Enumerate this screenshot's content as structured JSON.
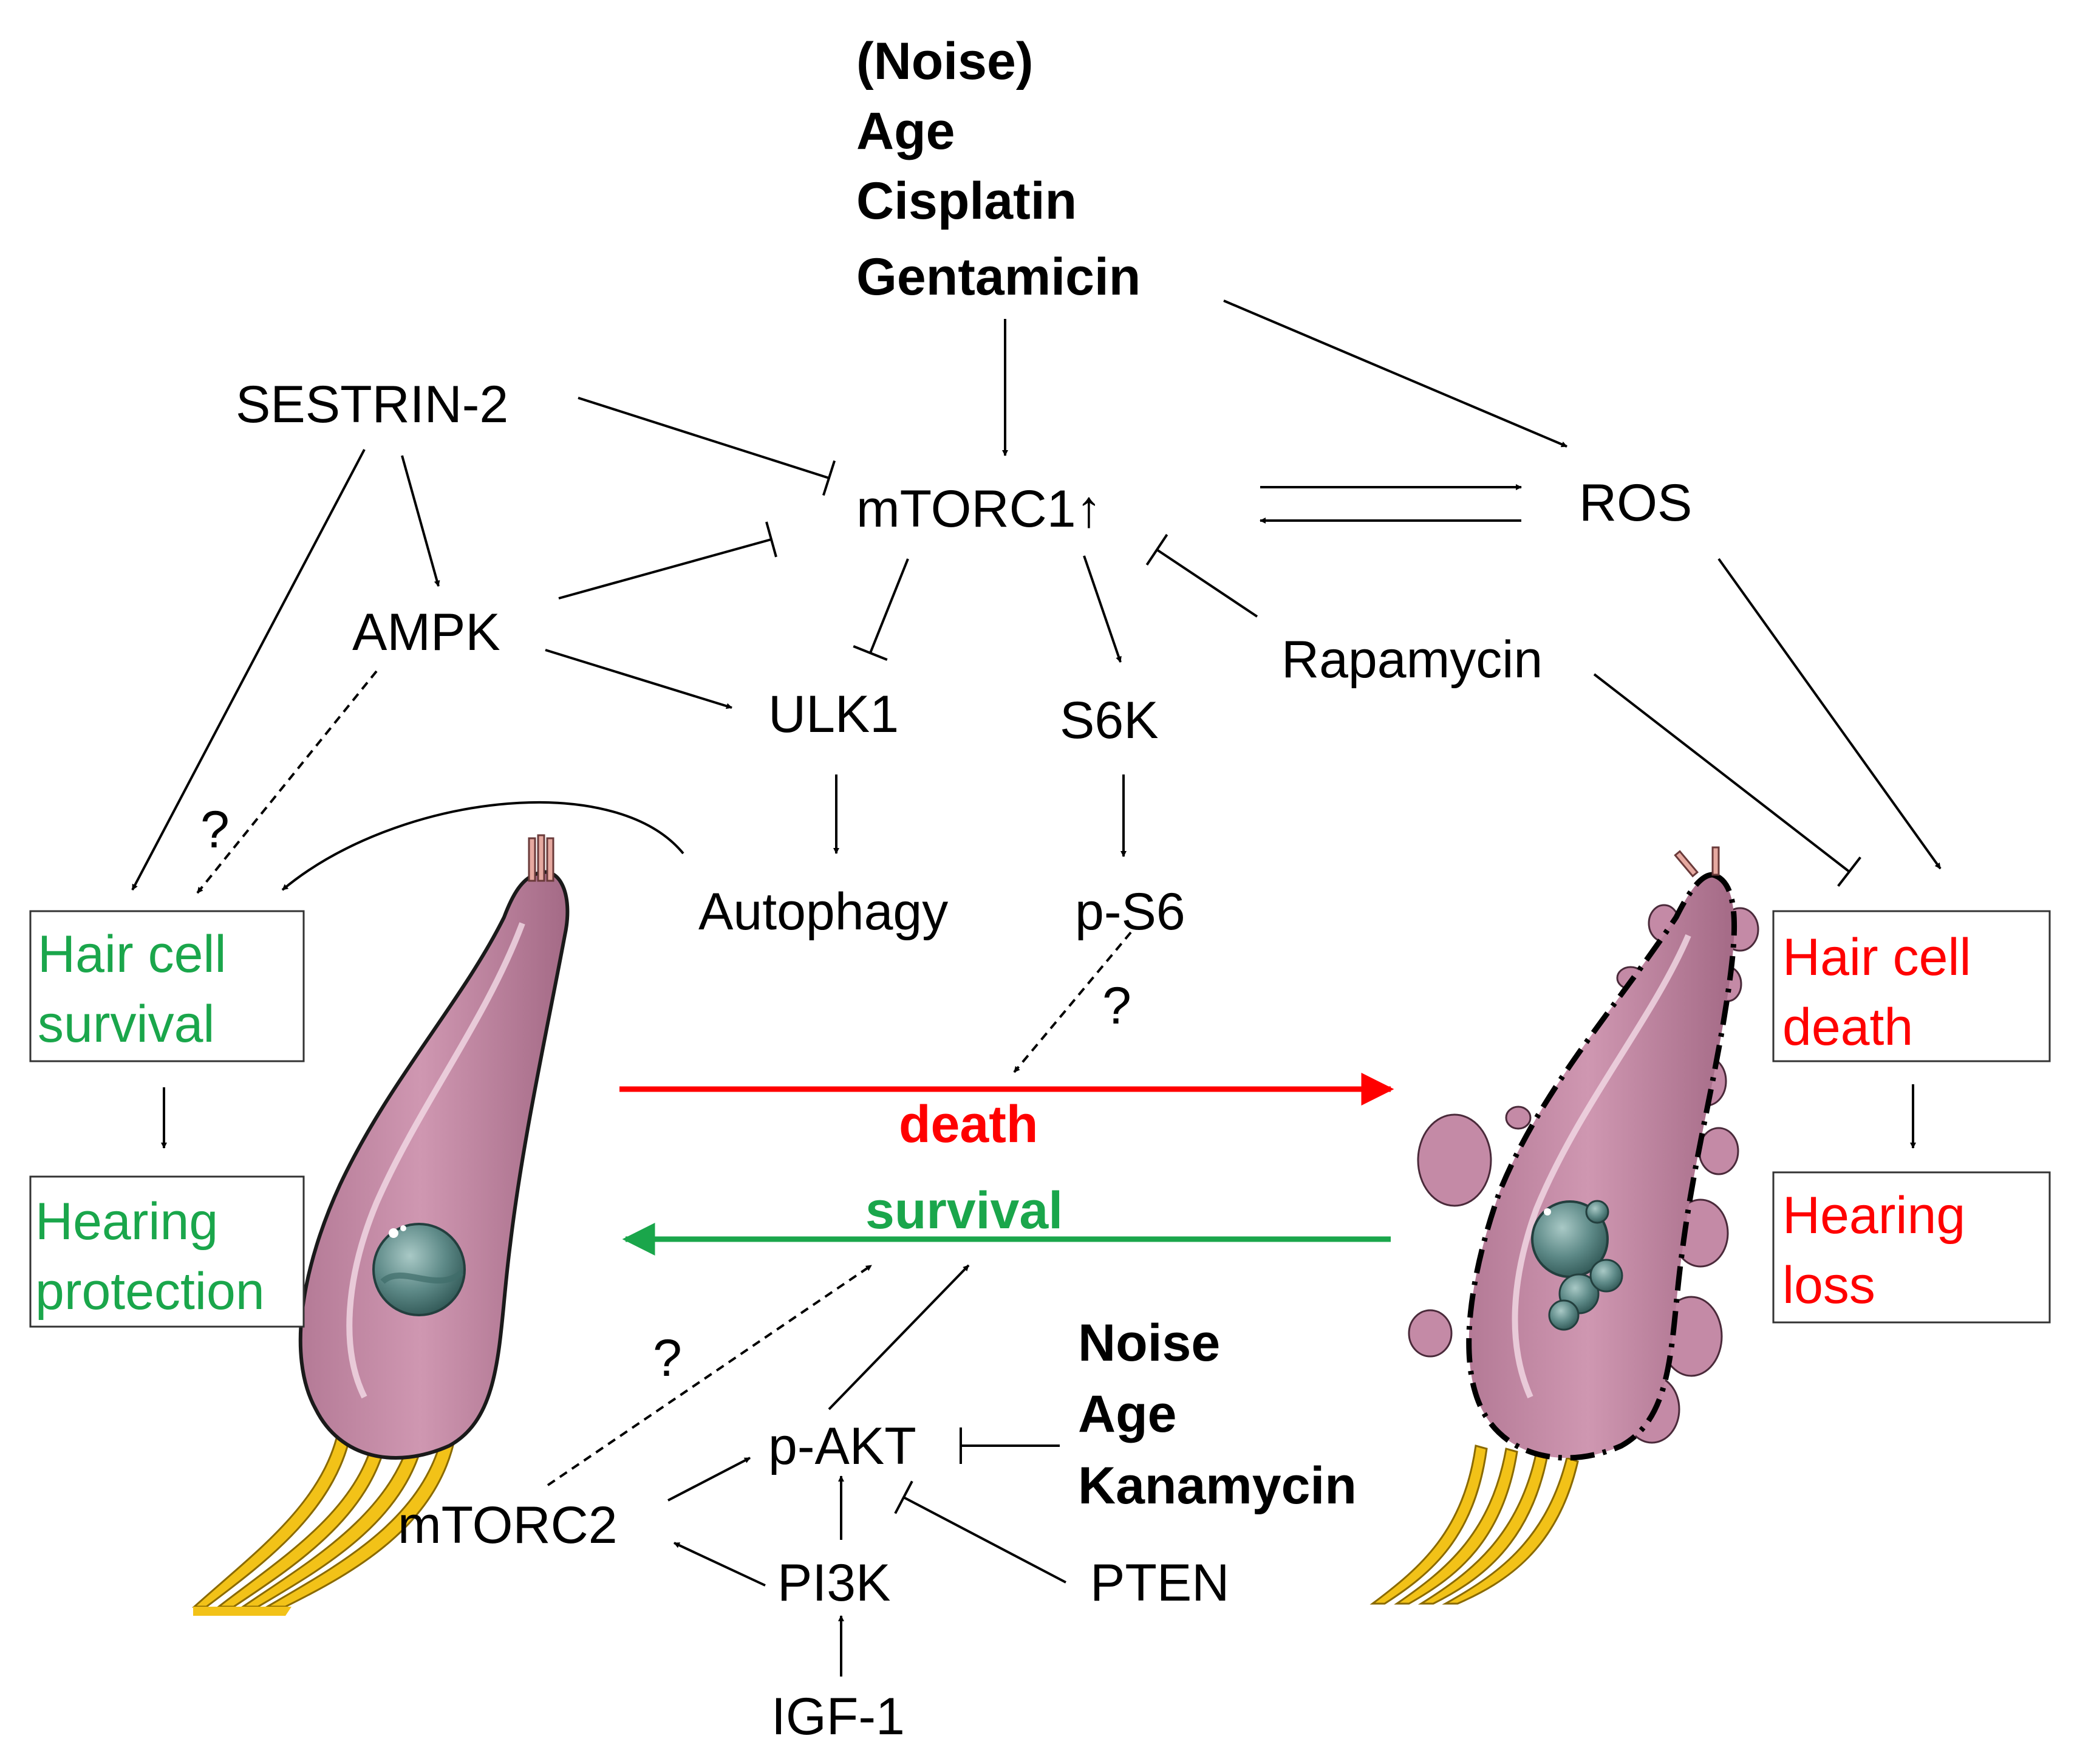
{
  "stressors_top": [
    "(Noise)",
    "Age",
    "Cisplatin",
    "Gentamicin"
  ],
  "stressors_bottom": [
    "Noise",
    "Age",
    "Kanamycin"
  ],
  "nodes": {
    "sestrin2": "SESTRIN-2",
    "mtorc1": "mTORC1↑",
    "ros": "ROS",
    "ampk": "AMPK",
    "ulk1": "ULK1",
    "s6k": "S6K",
    "rapamycin": "Rapamycin",
    "autophagy": "Autophagy",
    "ps6": "p-S6",
    "pakt": "p-AKT",
    "mtorc2": "mTORC2",
    "pi3k": "PI3K",
    "pten": "PTEN",
    "igf1": "IGF-1"
  },
  "outcomes": {
    "survival_box": [
      "Hair cell",
      "survival"
    ],
    "protection_box": [
      "Hearing",
      "protection"
    ],
    "death_box": [
      "Hair cell",
      "death"
    ],
    "loss_box": [
      "Hearing",
      "loss"
    ]
  },
  "arrows": {
    "death_label": "death",
    "survival_label": "survival"
  },
  "unknown_marks": [
    "?",
    "?",
    "?"
  ],
  "colors": {
    "survival_green": "#1aa64b",
    "death_red": "#ff0000",
    "cell_body": "#c48aa6",
    "nucleus": "#5e8a88",
    "nerve_fibers": "#f2c218"
  }
}
